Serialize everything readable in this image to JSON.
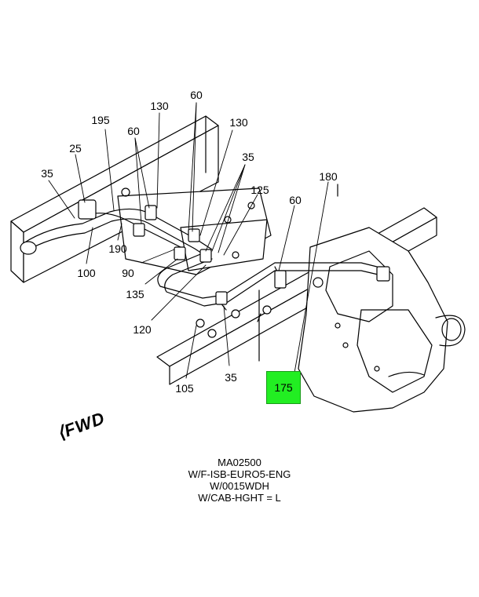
{
  "callouts": [
    {
      "id": "c130a",
      "text": "130"
    },
    {
      "id": "c60a",
      "text": "60"
    },
    {
      "id": "c195",
      "text": "195"
    },
    {
      "id": "c60b",
      "text": "60"
    },
    {
      "id": "c130b",
      "text": "130"
    },
    {
      "id": "c25",
      "text": "25"
    },
    {
      "id": "c35a",
      "text": "35"
    },
    {
      "id": "c35b",
      "text": "35"
    },
    {
      "id": "c180",
      "text": "180"
    },
    {
      "id": "c125",
      "text": "125"
    },
    {
      "id": "c60c",
      "text": "60"
    },
    {
      "id": "c190",
      "text": "190"
    },
    {
      "id": "c100",
      "text": "100"
    },
    {
      "id": "c90",
      "text": "90"
    },
    {
      "id": "c135",
      "text": "135"
    },
    {
      "id": "c120",
      "text": "120"
    },
    {
      "id": "c105",
      "text": "105"
    },
    {
      "id": "c35c",
      "text": "35"
    },
    {
      "id": "c175",
      "text": "175",
      "highlighted": true
    }
  ],
  "direction_label": "FWD",
  "caption": [
    "MA02500",
    "W/F-ISB-EURO5-ENG",
    "W/0015WDH",
    "W/CAB-HGHT = L"
  ],
  "colors": {
    "line": "#000000",
    "highlight": "#22ee22",
    "background": "#ffffff"
  }
}
